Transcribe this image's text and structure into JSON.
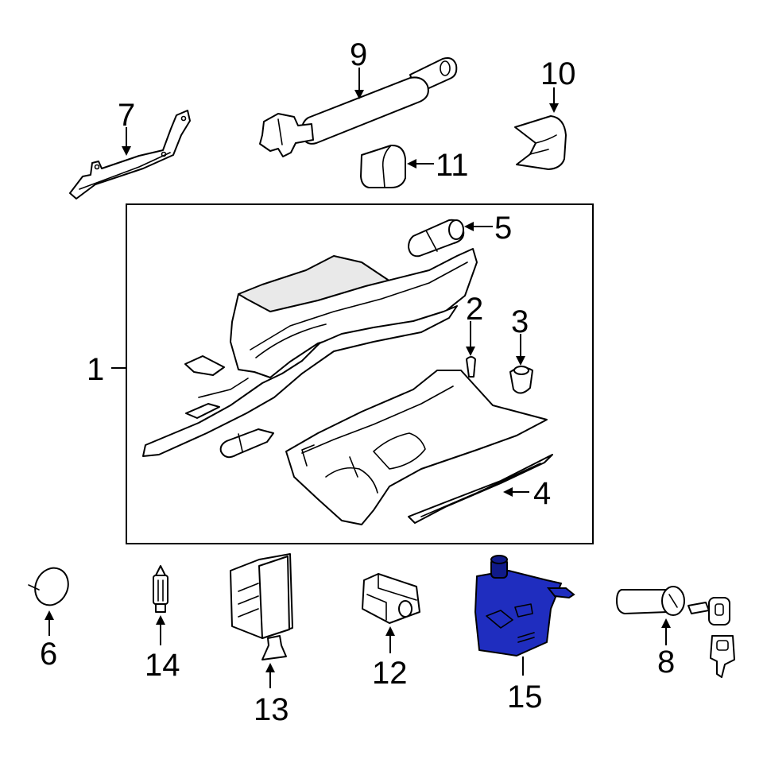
{
  "callouts": {
    "c1": "1",
    "c2": "2",
    "c3": "3",
    "c4": "4",
    "c5": "5",
    "c6": "6",
    "c7": "7",
    "c8": "8",
    "c9": "9",
    "c10": "10",
    "c11": "11",
    "c12": "12",
    "c13": "13",
    "c14": "14",
    "c15": "15"
  },
  "colors": {
    "line": "#000000",
    "highlight_fill": "#1f2dbf",
    "highlight_dark": "#101a8a",
    "background": "#ffffff"
  },
  "highlighted_part": "15"
}
